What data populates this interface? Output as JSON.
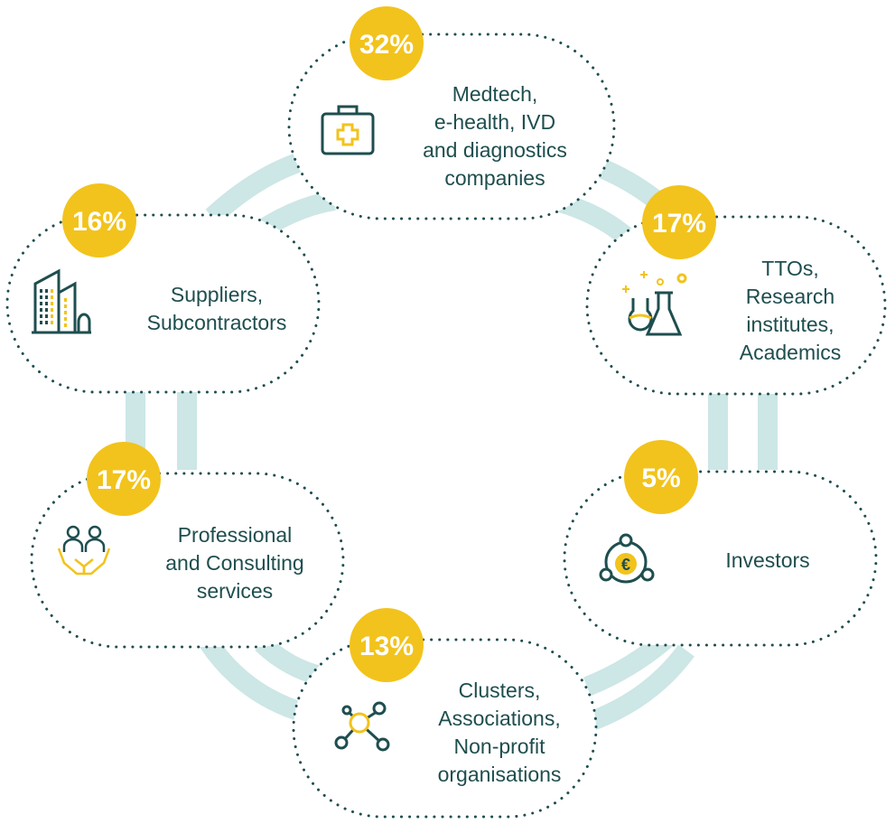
{
  "colors": {
    "teal": "#1f4e4f",
    "yellow": "#f2c31c",
    "connector": "#cde6e6",
    "background": "#ffffff"
  },
  "nodes": [
    {
      "id": "medtech",
      "percent": "32%",
      "lines": [
        "Medtech,",
        "e-health, IVD",
        "and diagnostics",
        "companies"
      ],
      "icon": "medical-kit-icon"
    },
    {
      "id": "ttos",
      "percent": "17%",
      "lines": [
        "TTOs,",
        "Research",
        "institutes,",
        "Academics"
      ],
      "icon": "lab-flasks-icon"
    },
    {
      "id": "investors",
      "percent": "5%",
      "lines": [
        "Investors"
      ],
      "icon": "euro-network-icon"
    },
    {
      "id": "clusters",
      "percent": "13%",
      "lines": [
        "Clusters,",
        "Associations,",
        "Non-profit",
        "organisations"
      ],
      "icon": "network-hub-icon"
    },
    {
      "id": "professional",
      "percent": "17%",
      "lines": [
        "Professional",
        "and Consulting",
        "services"
      ],
      "icon": "people-hands-icon"
    },
    {
      "id": "suppliers",
      "percent": "16%",
      "lines": [
        "Suppliers,",
        "Subcontractors"
      ],
      "icon": "buildings-icon"
    }
  ]
}
